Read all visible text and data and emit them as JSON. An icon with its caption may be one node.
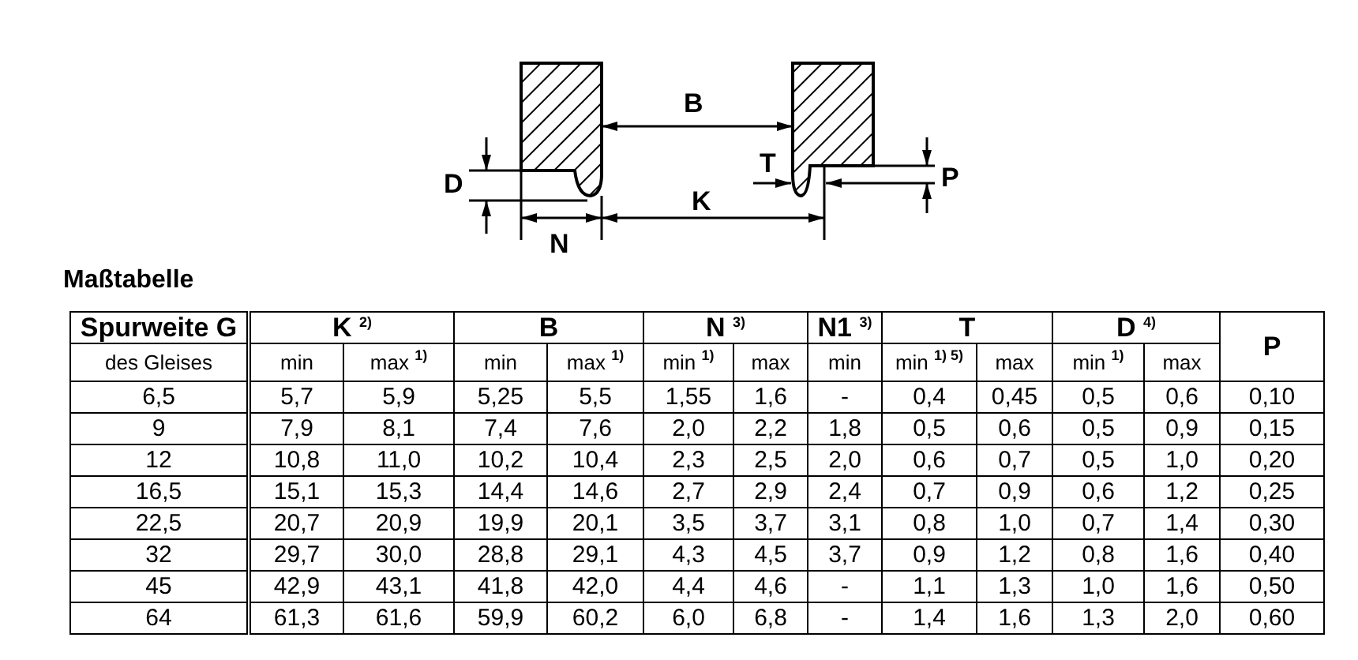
{
  "diagram": {
    "title": "Maßtabelle",
    "labels": [
      "B",
      "T",
      "D",
      "P",
      "K",
      "N",
      "Spurweite G",
      "K $^{2)}$",
      "B",
      "N $^{3)}$",
      "N1 $^{3)}$",
      "T",
      "D $^{4)}$",
      "P",
      "des Gleises",
      "min",
      "max $^{1)}$",
      "min",
      "max $^{1)}$",
      "min $^{1)}$",
      "max",
      "min",
      "min $^{1) 5)}$",
      "max",
      "min $^{1)}$",
      "max",
      "6,5",
      "5,7",
      "5,9",
      "5,25",
      "5,5",
      "1,55",
      "1,6",
      "-",
      "0,4",
      "0,45",
      "0,5",
      "0,6",
      "0,10",
      "9",
      "7,9",
      "8,1",
      "7,4",
      "7,6",
      "2,0",
      "2,2",
      "1,8",
      "0,5",
      "0,6",
      "0,5",
      "0,9",
      "0,15",
      "12",
      "10,8",
      "11,0",
      "10,2",
      "10,4",
      "2,3",
      "2,5",
      "2,0",
      "0,6",
      "0,7",
      "0,5",
      "1,0",
      "0,20",
      "16,5",
      "15,1",
      "15,3",
      "14,4",
      "14,6",
      "2,7",
      "2,9",
      "2,4",
      "0,7",
      "0,9",
      "0,6",
      "1,2",
      "0,25",
      "22,5",
      "20,7",
      "20,9",
      "19,9",
      "20,1",
      "3,5",
      "3,7",
      "3,1",
      "0,8",
      "1,0",
      "0,7",
      "1,4",
      "0,30",
      "32",
      "29,7",
      "30,0",
      "28,8",
      "29,1",
      "4,3",
      "4,5",
      "3,7",
      "0,9",
      "1,2",
      "0,8",
      "1,6",
      "0,40",
      "45",
      "42,9",
      "43,1",
      "41,8",
      "42,0",
      "4,4",
      "4,6",
      "-",
      "1,1",
      "1,3",
      "1,0",
      "1,6",
      "0,50",
      "64",
      "61,3",
      "61,6",
      "59,9",
      "60,2",
      "6,0",
      "6,8",
      "-",
      "1,4",
      "1,6",
      "1,3",
      "2,0",
      "0,60"
    ]
  }
}
